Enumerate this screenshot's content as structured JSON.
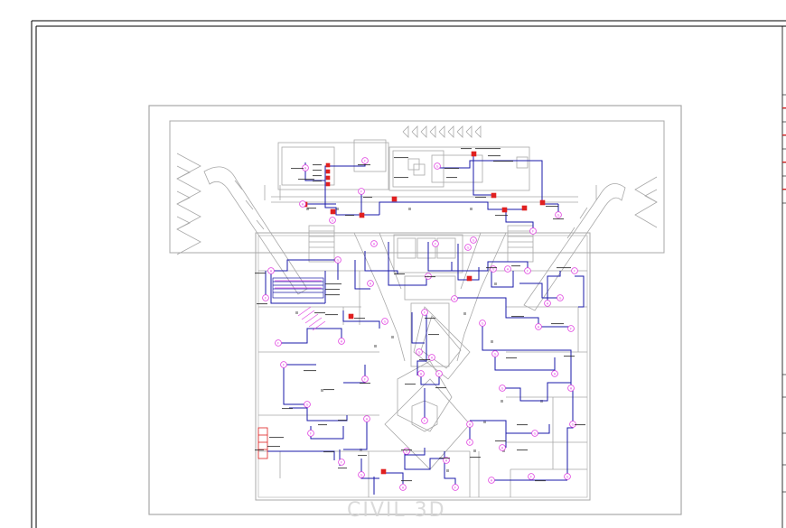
{
  "colors": {
    "sheet_border": "#000000",
    "wall": "#a8a8a8",
    "conduit": "#1a1aa8",
    "fixture": "#e040e0",
    "panel": "#e02020",
    "text": "#222222",
    "watermark": "#d4d4d4"
  },
  "drawing": {
    "type": "electrical floor plan",
    "watermark_text": "CIVIL 3D"
  },
  "fixture_labels": [
    "H",
    "F",
    "G"
  ]
}
